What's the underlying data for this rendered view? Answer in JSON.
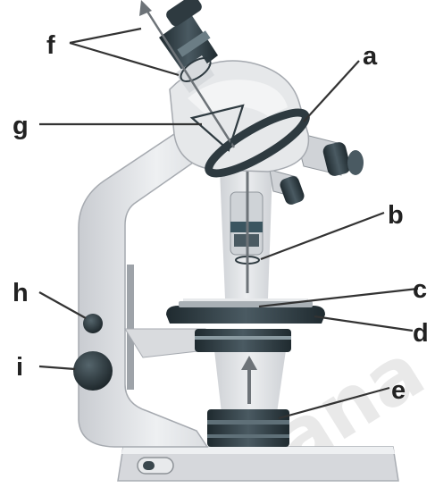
{
  "labels": {
    "a": "a",
    "b": "b",
    "c": "c",
    "d": "d",
    "e": "e",
    "f": "f",
    "g": "g",
    "h": "h",
    "i": "i"
  },
  "watermark": "ana",
  "colors": {
    "body": "#e3e4e6",
    "body_shadow": "#b9bcc2",
    "dark_metal": "#2e3a40",
    "teal_ring": "#3b5560",
    "light_beam": "#d7d9dc",
    "arrow": "#6d7378",
    "label_text": "#222222"
  }
}
